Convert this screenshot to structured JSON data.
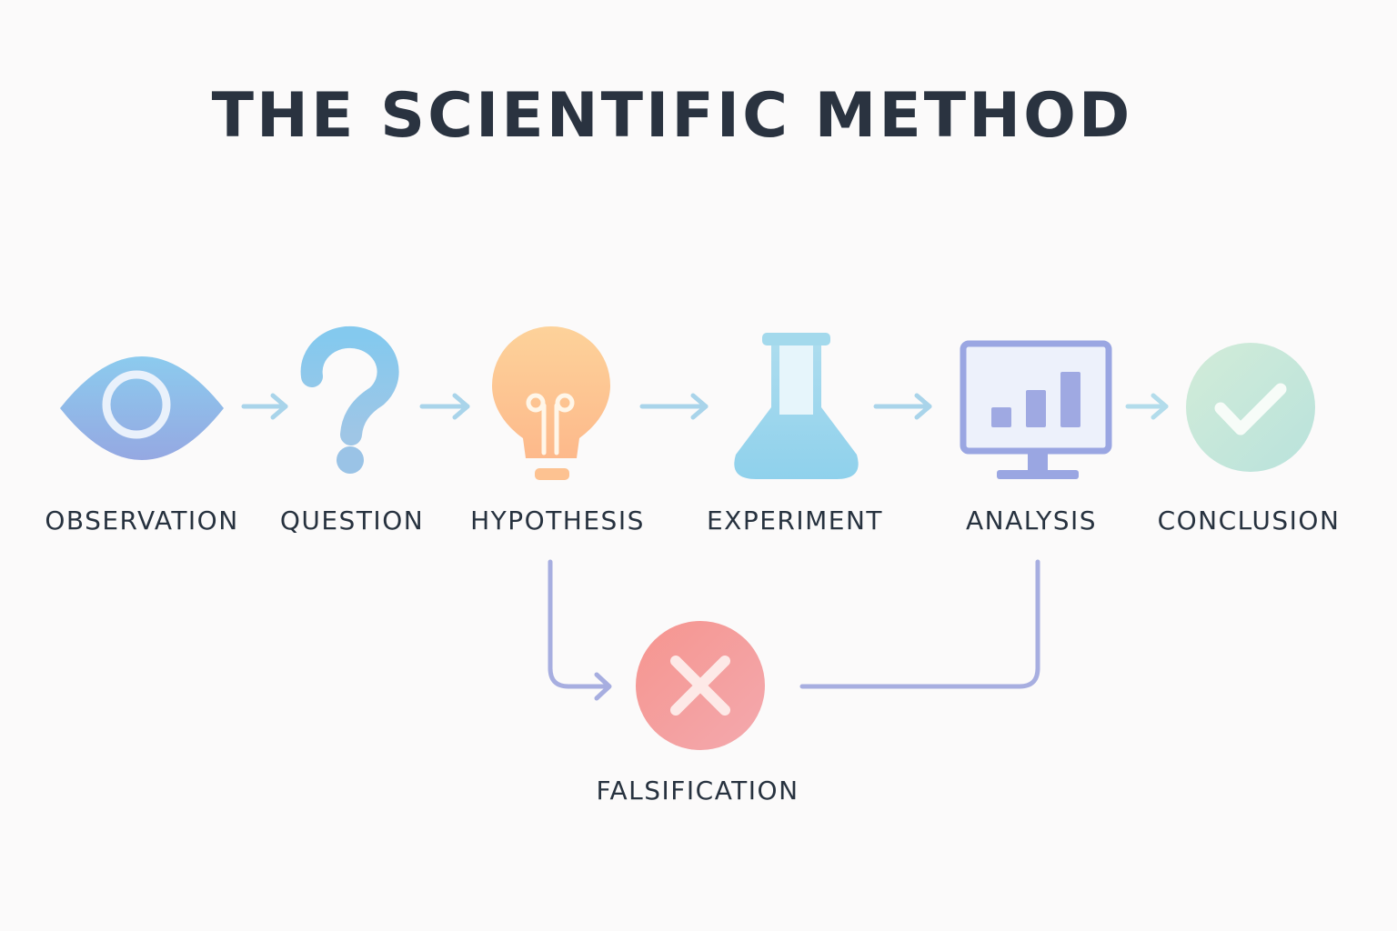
{
  "title": "THE SCIENTIFIC METHOD",
  "steps": [
    {
      "label": "OBSERVATION",
      "icon": "eye-icon"
    },
    {
      "label": "QUESTION",
      "icon": "question-mark-icon"
    },
    {
      "label": "HYPOTHESIS",
      "icon": "lightbulb-icon"
    },
    {
      "label": "EXPERIMENT",
      "icon": "flask-icon"
    },
    {
      "label": "ANALYSIS",
      "icon": "monitor-bar-chart-icon"
    },
    {
      "label": "CONCLUSION",
      "icon": "checkmark-circle-icon"
    }
  ],
  "falsification": {
    "label": "FALSIFICATION",
    "icon": "x-circle-icon"
  },
  "colors": {
    "title": "#2a3340",
    "label": "#27323f",
    "arrow": "#a9d4ea",
    "loop_line": "#a7aee0",
    "eye": "#8fb4e6",
    "question": "#8ccbeb",
    "lightbulb": "#fcd59a",
    "flask": "#9fd8ec",
    "monitor": "#9aa6e2",
    "check": "#bfe4d6",
    "x_circle": "#f6a4a4",
    "background": "#fbfafa"
  }
}
